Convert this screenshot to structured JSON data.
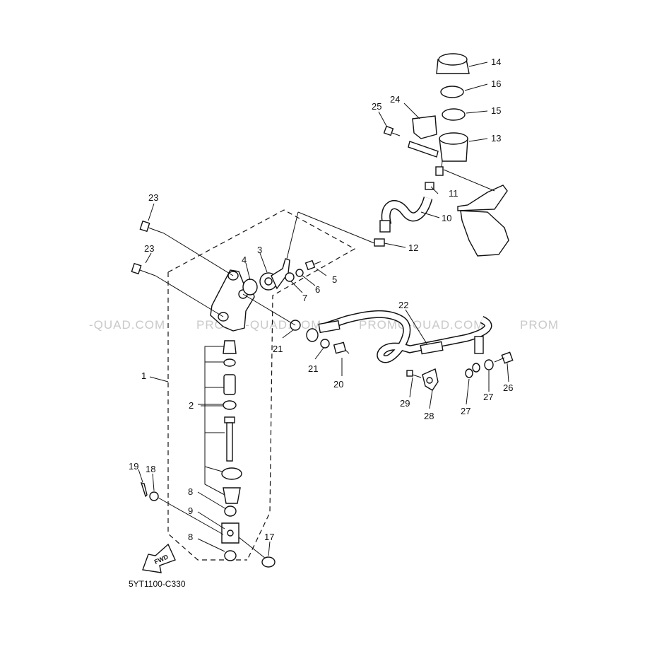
{
  "diagram": {
    "code": "5YT1100-C330",
    "fwd_badge": "FWD",
    "watermark": {
      "segments": [
        "-QUAD.COM",
        "PROMO-QUAD.COM",
        "PROMO-QUAD.COM",
        "PROM"
      ]
    },
    "callouts": {
      "c1": "1",
      "c2": "2",
      "c3": "3",
      "c4": "4",
      "c5": "5",
      "c6": "6",
      "c7": "7",
      "c8a": "8",
      "c8b": "8",
      "c9": "9",
      "c10": "10",
      "c11": "11",
      "c12": "12",
      "c13": "13",
      "c14": "14",
      "c15": "15",
      "c16": "16",
      "c17": "17",
      "c18": "18",
      "c19": "19",
      "c20": "20",
      "c21a": "21",
      "c21b": "21",
      "c22": "22",
      "c23a": "23",
      "c23b": "23",
      "c24": "24",
      "c25": "25",
      "c26": "26",
      "c27a": "27",
      "c27b": "27",
      "c28": "28",
      "c29": "29"
    }
  }
}
